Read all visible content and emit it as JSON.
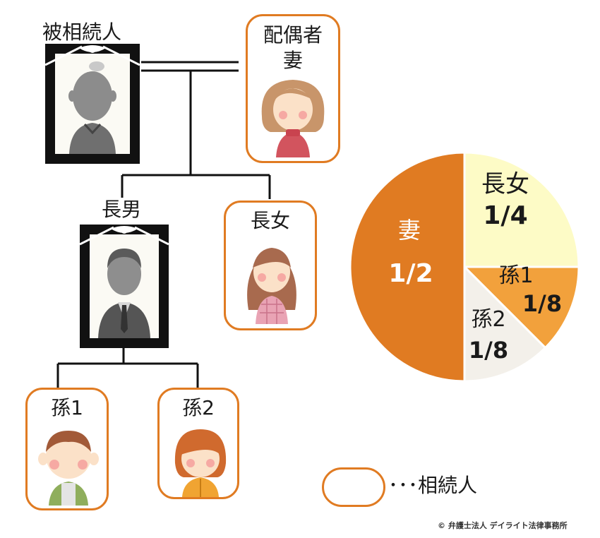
{
  "tree": {
    "deceased": {
      "label": "被相続人"
    },
    "spouse": {
      "label_line1": "配偶者",
      "label_line2": "妻"
    },
    "eldest_son": {
      "label": "長男"
    },
    "eldest_daughter": {
      "label": "長女"
    },
    "grandchild1": {
      "label": "孫1"
    },
    "grandchild2": {
      "label": "孫2"
    }
  },
  "legend": {
    "text": "･･･相続人"
  },
  "chart_data": {
    "type": "pie",
    "slices": [
      {
        "label": "妻",
        "value_text": "1/2",
        "value": 0.5,
        "color": "#e07b22"
      },
      {
        "label": "長女",
        "value_text": "1/4",
        "value": 0.25,
        "color": "#fdfbc6"
      },
      {
        "label": "孫1",
        "value_text": "1/8",
        "value": 0.125,
        "color": "#f2a13c"
      },
      {
        "label": "孫2",
        "value_text": "1/8",
        "value": 0.125,
        "color": "#f3f0ea"
      }
    ]
  },
  "colors": {
    "accent": "#e07b22",
    "frame": "#111111",
    "line": "#111111"
  },
  "footer": {
    "copyright": "© 弁護士法人 デイライト法律事務所"
  }
}
